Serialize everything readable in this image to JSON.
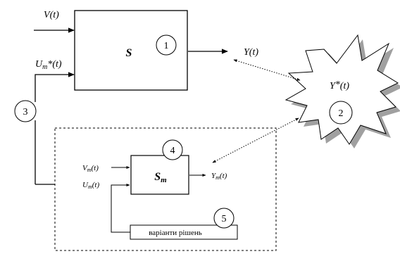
{
  "system_block": {
    "symbol": "S",
    "number": "1",
    "input_v": {
      "base": "V",
      "arg": "(t)"
    },
    "input_u": {
      "base": "U",
      "sub": "m",
      "sup": "*",
      "arg": "(t)"
    },
    "output": {
      "base": "Y",
      "arg": "(t)"
    }
  },
  "environment": {
    "label": {
      "base": "Y",
      "sup": "*",
      "arg": "(t)"
    },
    "number": "2"
  },
  "controller": {
    "number": "3"
  },
  "model_block": {
    "symbol": {
      "base": "S",
      "sub": "m"
    },
    "number": "4",
    "input_v": {
      "base": "V",
      "sub": "m",
      "arg": "(t)"
    },
    "input_u": {
      "base": "U",
      "sub": "m",
      "arg": "(t)"
    },
    "output": {
      "base": "Y",
      "sub": "m",
      "arg": "(t)"
    }
  },
  "decision_block": {
    "label": "варіанти рішень",
    "number": "5"
  },
  "colors": {
    "stroke": "#000000",
    "shadow": "#a0a0a0",
    "background": "#ffffff"
  }
}
